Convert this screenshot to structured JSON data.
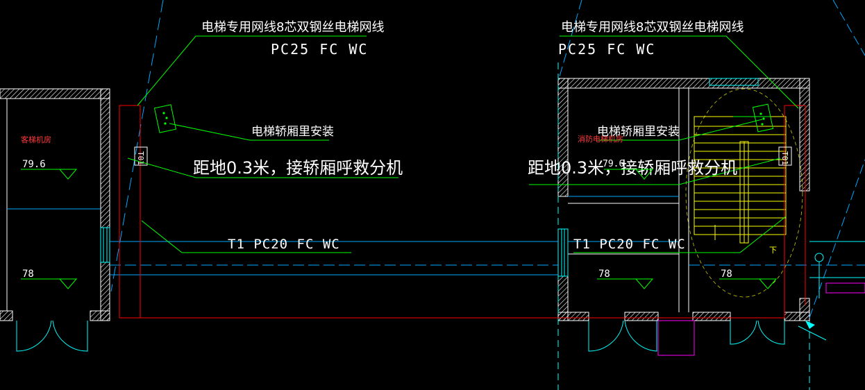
{
  "drawing": {
    "cable_label": "电梯专用网线8芯双钢丝电梯网线",
    "conduit_label": "PC25 FC WC",
    "install_label": "电梯轿厢里安装",
    "height_note": "距地0.3米，接轿厢呼救分机",
    "line_label": "T1 PC20 FC WC",
    "device_tag": "T01"
  },
  "rooms": {
    "left_name": "客梯机房",
    "right_name": "消防电梯机房"
  },
  "levels": {
    "upper_left": "79.6",
    "upper_right": "79.6",
    "lower_left": "78",
    "lower_center": "78",
    "lower_right": "78"
  },
  "stair": {
    "up_mark": "下"
  },
  "colors": {
    "background": "#000000",
    "wall": "#ffffff",
    "cyan": "#00ffff",
    "blue_line": "#00a8ff",
    "red": "#ff0000",
    "green": "#00ff00",
    "yellow": "#ffff00",
    "magenta": "#ff00ff"
  }
}
